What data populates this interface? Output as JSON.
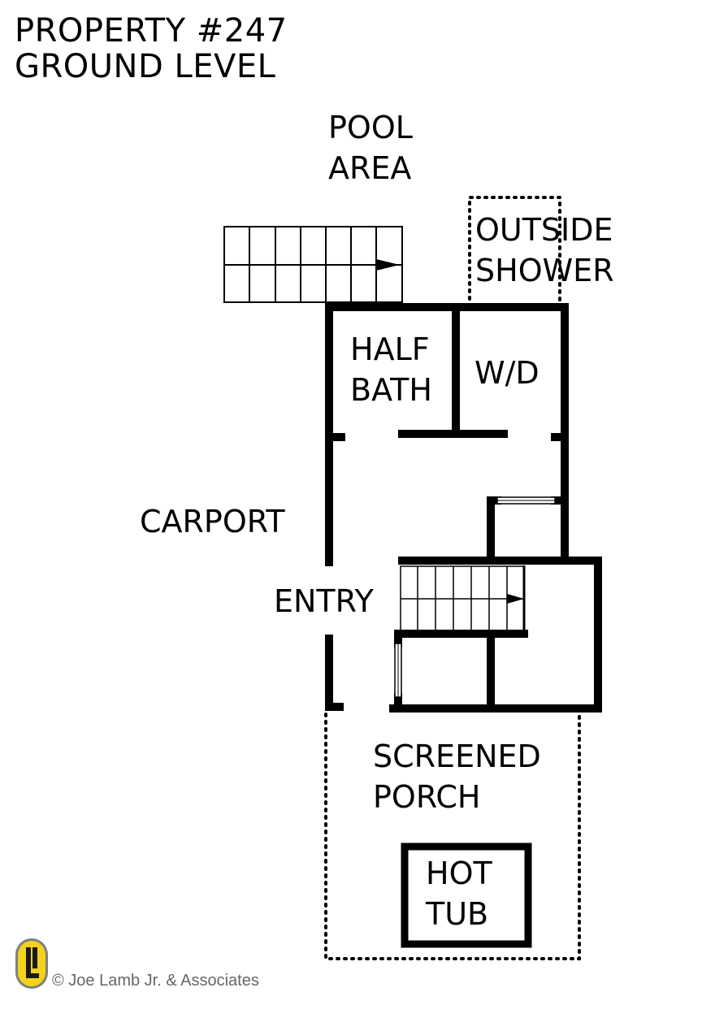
{
  "title": {
    "line1": "PROPERTY #247",
    "line2": "GROUND LEVEL"
  },
  "rooms": {
    "pool_area": [
      "POOL",
      "AREA"
    ],
    "outside_shower": [
      "OUTSIDE",
      "SHOWER"
    ],
    "half_bath": [
      "HALF",
      "BATH"
    ],
    "wd": "W/D",
    "carport": "CARPORT",
    "entry": "ENTRY",
    "screened_porch": [
      "SCREENED",
      "PORCH"
    ],
    "hot_tub": [
      "HOT",
      "TUB"
    ]
  },
  "logo": {
    "text": "JL",
    "colors": {
      "yellow": "#f2d21b",
      "gray": "#808080"
    }
  },
  "copyright": "© Joe Lamb Jr. & Associates"
}
